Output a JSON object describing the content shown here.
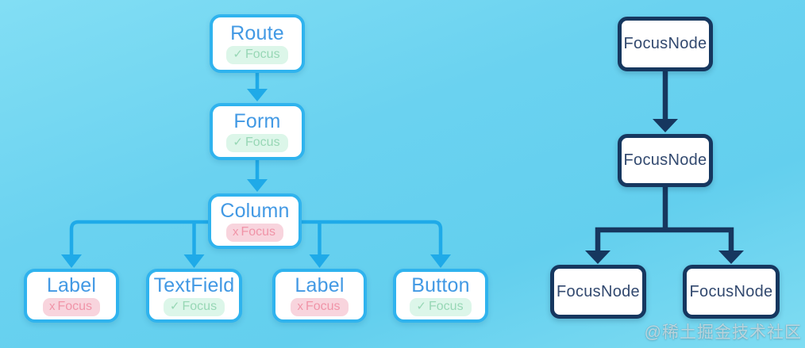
{
  "colors": {
    "background": "#6ED3F0",
    "left_accent": "#1FAAE8",
    "left_node_border": "#2FB3EE",
    "left_node_text": "#4299E4",
    "badge_focus_bg": "#DCF6E9",
    "badge_focus_text": "#97D7B5",
    "badge_nofocus_bg": "#F8D4DD",
    "badge_nofocus_text": "#F094A8",
    "right_accent": "#16375F",
    "right_node_text": "#32496F",
    "node_bg": "#FFFFFF"
  },
  "left_tree": {
    "nodes": [
      {
        "id": "route",
        "label": "Route",
        "badge": {
          "icon": "✓",
          "text": "Focus",
          "has_focus": true
        }
      },
      {
        "id": "form",
        "label": "Form",
        "badge": {
          "icon": "✓",
          "text": "Focus",
          "has_focus": true
        }
      },
      {
        "id": "column",
        "label": "Column",
        "badge": {
          "icon": "x",
          "text": "Focus",
          "has_focus": false
        }
      },
      {
        "id": "label-1",
        "label": "Label",
        "badge": {
          "icon": "x",
          "text": "Focus",
          "has_focus": false
        }
      },
      {
        "id": "textfield",
        "label": "TextField",
        "badge": {
          "icon": "✓",
          "text": "Focus",
          "has_focus": true
        }
      },
      {
        "id": "label-2",
        "label": "Label",
        "badge": {
          "icon": "x",
          "text": "Focus",
          "has_focus": false
        }
      },
      {
        "id": "button",
        "label": "Button",
        "badge": {
          "icon": "✓",
          "text": "Focus",
          "has_focus": true
        }
      }
    ]
  },
  "right_tree": {
    "nodes": [
      {
        "id": "focusnode-root",
        "label": "FocusNode"
      },
      {
        "id": "focusnode-mid",
        "label": "FocusNode"
      },
      {
        "id": "focusnode-left",
        "label": "FocusNode"
      },
      {
        "id": "focusnode-right",
        "label": "FocusNode"
      }
    ]
  },
  "watermark": {
    "text": "@稀土掘金技术社区"
  }
}
